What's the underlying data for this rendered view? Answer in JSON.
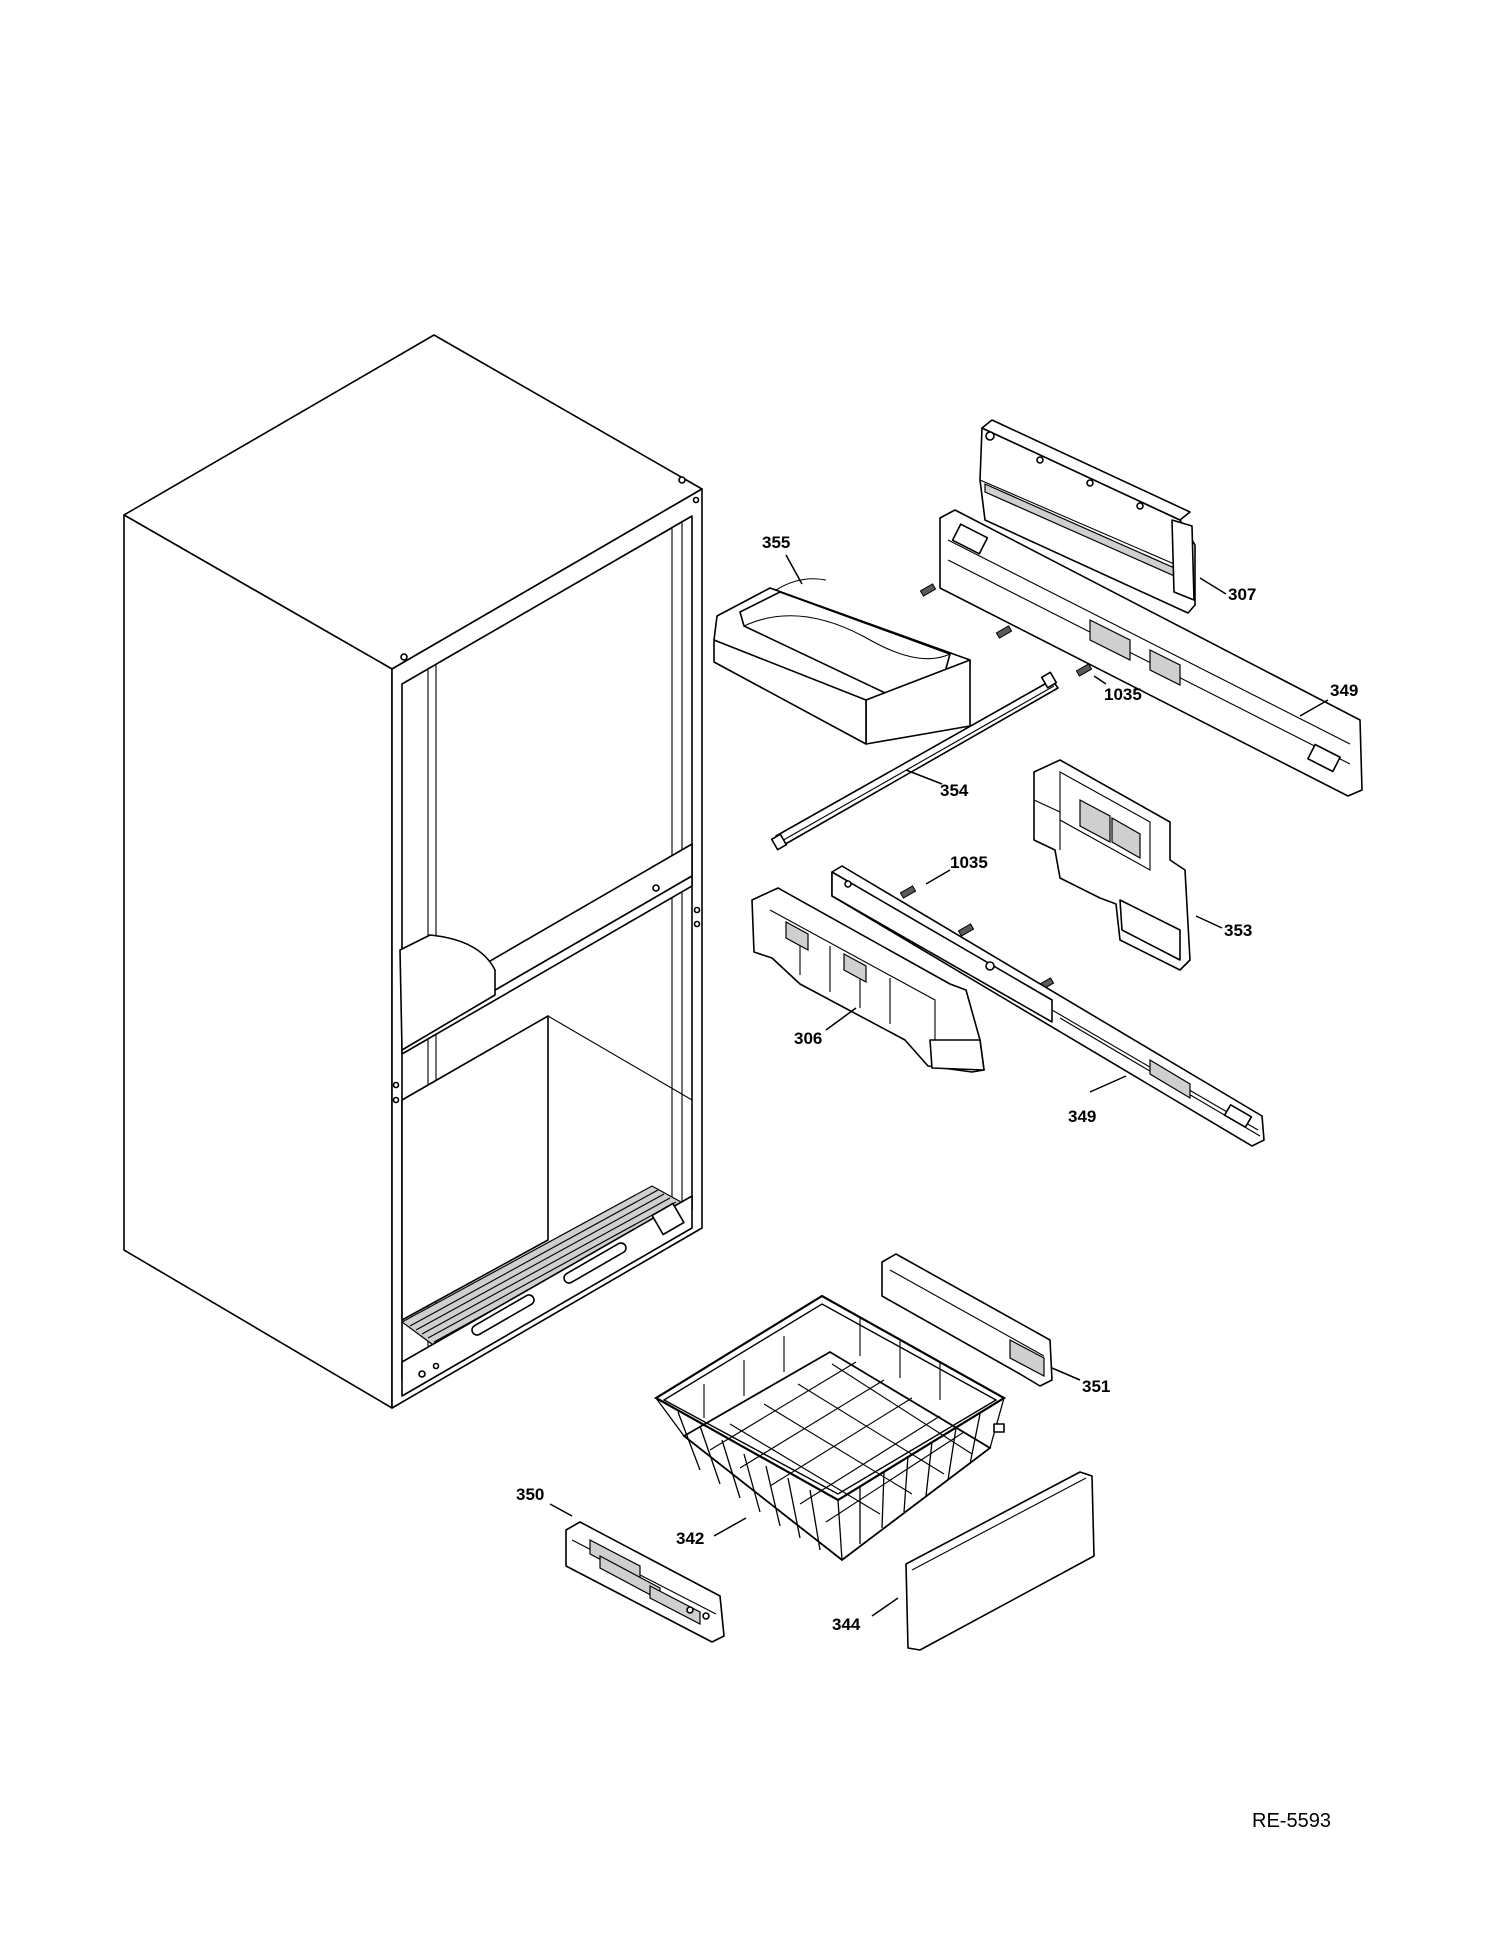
{
  "diagram": {
    "callouts": {
      "c355": "355",
      "c307": "307",
      "c1035a": "1035",
      "c349a": "349",
      "c354": "354",
      "c353": "353",
      "c1035b": "1035",
      "c306": "306",
      "c349b": "349",
      "c351": "351",
      "c350": "350",
      "c342": "342",
      "c344": "344"
    },
    "drawing_number": "RE-5593"
  }
}
